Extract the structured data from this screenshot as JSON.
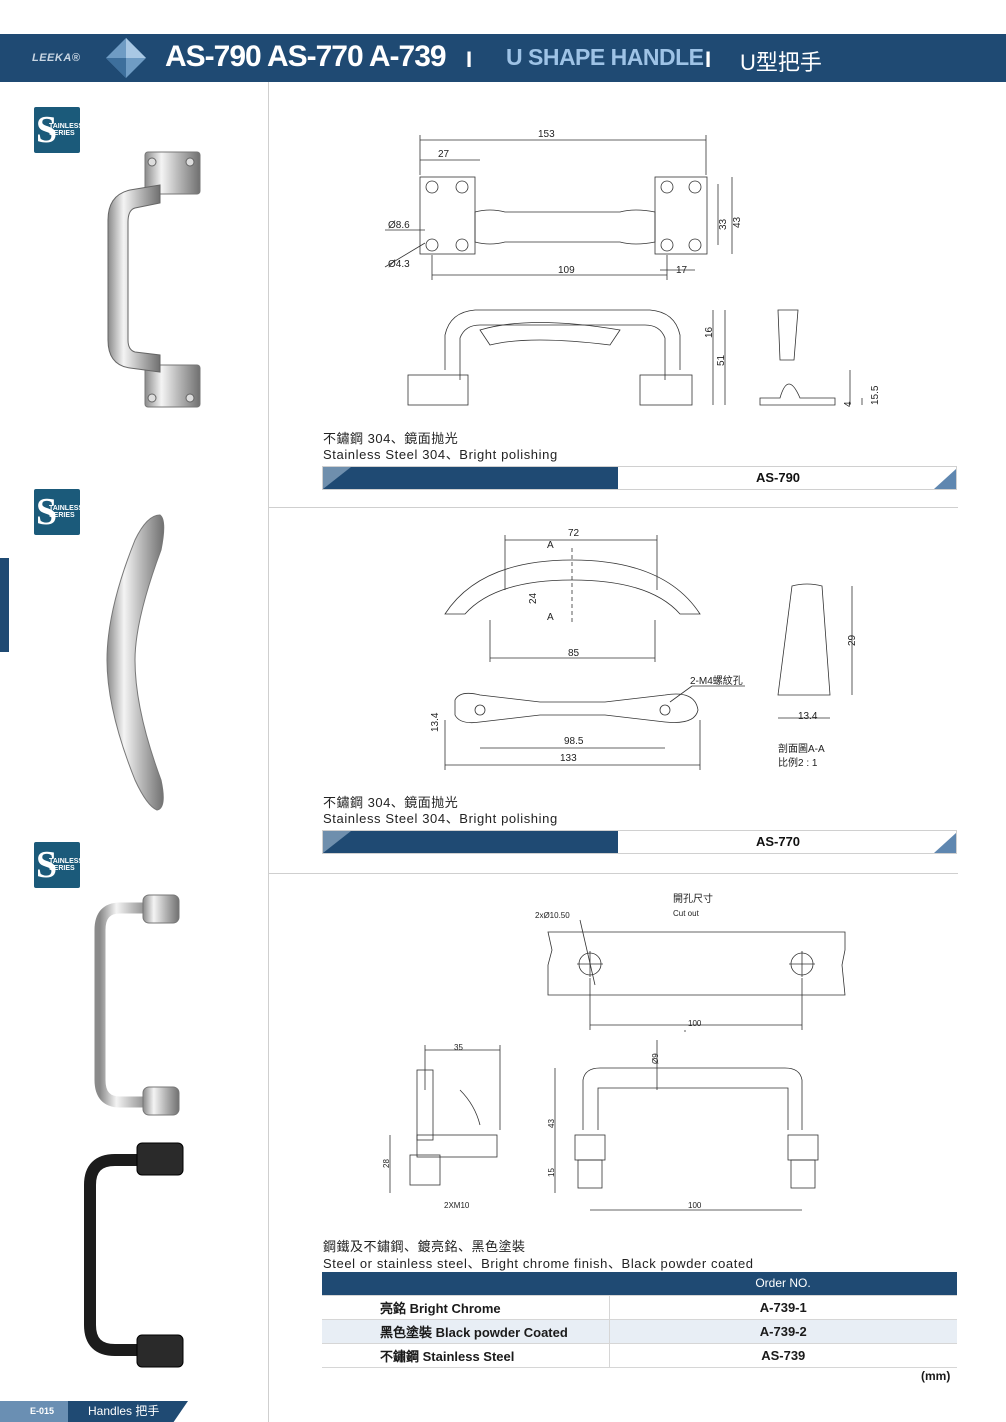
{
  "header": {
    "brand": "LEEKA®",
    "models": "AS-790  AS-770  A-739",
    "separator": "I",
    "title_en": "U SHAPE HANDLE",
    "title_zh": "U型把手"
  },
  "badge": {
    "big": "S",
    "small_line1": "TAINLESS",
    "small_line2": "SERIES"
  },
  "sections": [
    {
      "caption_zh": "不鏽鋼 304、鏡面抛光",
      "caption_en": "Stainless Steel 304、Bright polishing",
      "model_code": "AS-790",
      "dims": {
        "d153": "153",
        "d27": "27",
        "d86": "Ø8.6",
        "d43s": "Ø4.3",
        "d109": "109",
        "d17": "17",
        "d33": "33",
        "d43": "43",
        "d16": "16",
        "d51": "51",
        "d4": "4",
        "d155": "15.5"
      }
    },
    {
      "caption_zh": "不鏽鋼 304、鏡面抛光",
      "caption_en": "Stainless Steel 304、Bright polishing",
      "model_code": "AS-770",
      "dims": {
        "d72": "72",
        "dA": "A",
        "d24": "24",
        "d85": "85",
        "m4": "2-M4螺紋孔",
        "d134": "13.4",
        "d985": "98.5",
        "d133": "133",
        "d29": "29",
        "section": "剖面圖A-A",
        "scale": "比例2 : 1"
      }
    },
    {
      "caption_zh": "鋼鐵及不鏽鋼、鍍亮銘、黑色塗裝",
      "caption_en": "Steel or stainless steel、Bright chrome finish、Black powder coated",
      "dims": {
        "cutout_zh": "開孔尺寸",
        "cutout_en": "Cut out",
        "hole": "2xØ10.50",
        "d100a": "100",
        "d35": "35",
        "d9": "Ø9",
        "d28": "28",
        "d43": "43",
        "d15": "15",
        "thread": "2XM10",
        "d100b": "100"
      }
    }
  ],
  "order_table": {
    "header": "Order NO.",
    "rows": [
      {
        "finish": "亮銘 Bright Chrome",
        "code": "A-739-1"
      },
      {
        "finish": "黑色塗裝 Black powder Coated",
        "code": "A-739-2"
      },
      {
        "finish": "不鏽鋼 Stainless Steel",
        "code": "AS-739"
      }
    ]
  },
  "unit": "(mm)",
  "footer": {
    "page": "E-015",
    "category": "Handles 把手"
  },
  "colors": {
    "navy": "#1f4a73",
    "accent_blue": "#9ec3e6",
    "badge_teal": "#1b5a7a"
  }
}
